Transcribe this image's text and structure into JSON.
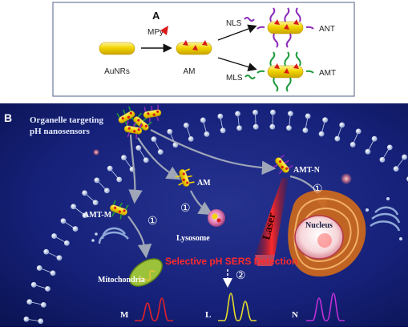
{
  "panel_a": {
    "label": "A",
    "aunrs": "AuNRs",
    "mpy": "MPy",
    "am": "AM",
    "nls": "NLS",
    "mls": "MLS",
    "ant": "ANT",
    "amt": "AMT"
  },
  "panel_b": {
    "label": "B",
    "title_line1": "Organelle targeting",
    "title_line2": "pH nanosensors",
    "amt_n": "AMT-N",
    "am": "AM",
    "amt_m": "AMT-M",
    "step1": "①",
    "step2": "②",
    "lysosome": "Lysosome",
    "mitochondria": "Mitochondria",
    "nucleus": "Nucleus",
    "laser": "Laser",
    "detection": "Selective pH SERS Detection",
    "spectrum_m": "M",
    "spectrum_l": "L",
    "spectrum_n": "N"
  },
  "colors": {
    "gold": "#f2d400",
    "mpy_red": "#d81b1b",
    "nls_purple": "#8a2bb8",
    "mls_green": "#1f9a3c",
    "cell_bg": "#101c70",
    "membrane": "#c7d4ee",
    "detection_red": "#ff2a2a",
    "spec_m": "#e0202a",
    "spec_l": "#e6dc2a",
    "spec_n": "#c02fd8"
  }
}
